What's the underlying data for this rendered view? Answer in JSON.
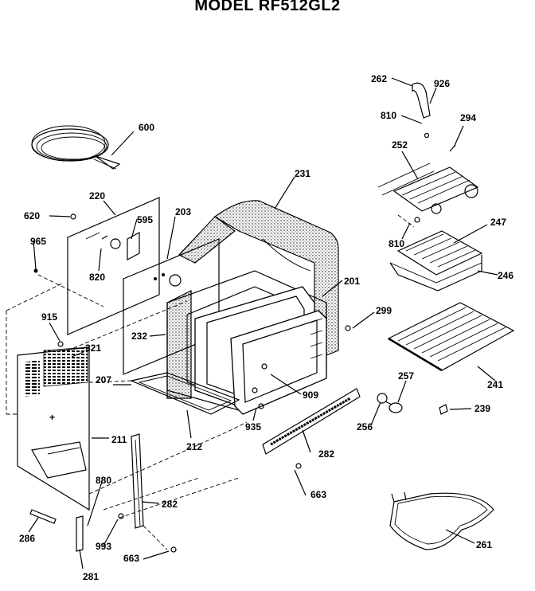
{
  "header": {
    "title": "MODEL RF512GL2"
  },
  "labels": {
    "p600": "600",
    "p220": "220",
    "p620": "620",
    "p595": "595",
    "p203": "203",
    "p231": "231",
    "p965": "965",
    "p820": "820",
    "p915": "915",
    "p321": "321",
    "p232": "232",
    "p207": "207",
    "p201": "201",
    "p212": "212",
    "p211": "211",
    "p935": "935",
    "p909": "909",
    "p880": "880",
    "p282a": "282",
    "p282b": "282",
    "p663a": "663",
    "p663b": "663",
    "p993": "993",
    "p286": "286",
    "p281": "281",
    "p262": "262",
    "p926": "926",
    "p810a": "810",
    "p810b": "810",
    "p294": "294",
    "p252": "252",
    "p247": "247",
    "p246": "246",
    "p299": "299",
    "p241": "241",
    "p257": "257",
    "p256": "256",
    "p239": "239",
    "p261": "261"
  }
}
